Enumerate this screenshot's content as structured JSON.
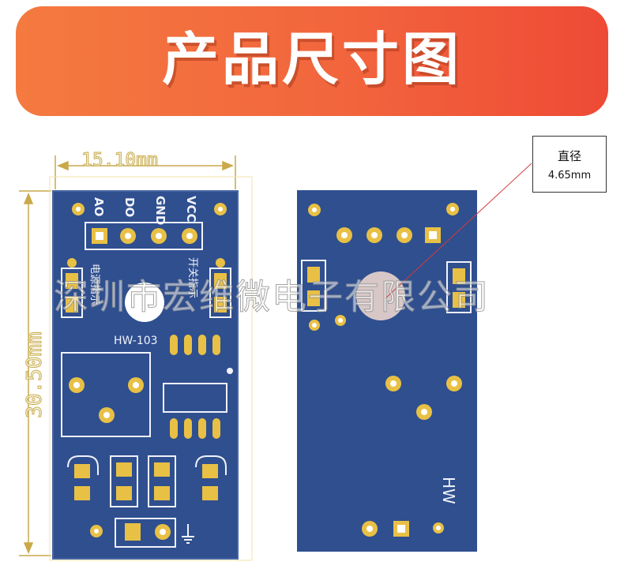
{
  "header": {
    "title": "产品尺寸图"
  },
  "dimensions": {
    "width_label": "15.10mm",
    "height_label": "30.50mm"
  },
  "callout": {
    "label": "直径",
    "value": "4.65mm"
  },
  "front_board": {
    "model": "HW-103",
    "pins": [
      "AO",
      "DO",
      "GND",
      "VCC"
    ],
    "power_led_label": "电源指示",
    "switch_led_label": "开关指示"
  },
  "back_board": {
    "marking": "HW"
  },
  "watermark": "深圳市宏维微电子有限公司",
  "colors": {
    "banner_start": "#f47a3f",
    "banner_end": "#ee4a35",
    "pcb": "#2f4f8f",
    "pad": "#e8c045",
    "dim": "#c9a94a"
  }
}
